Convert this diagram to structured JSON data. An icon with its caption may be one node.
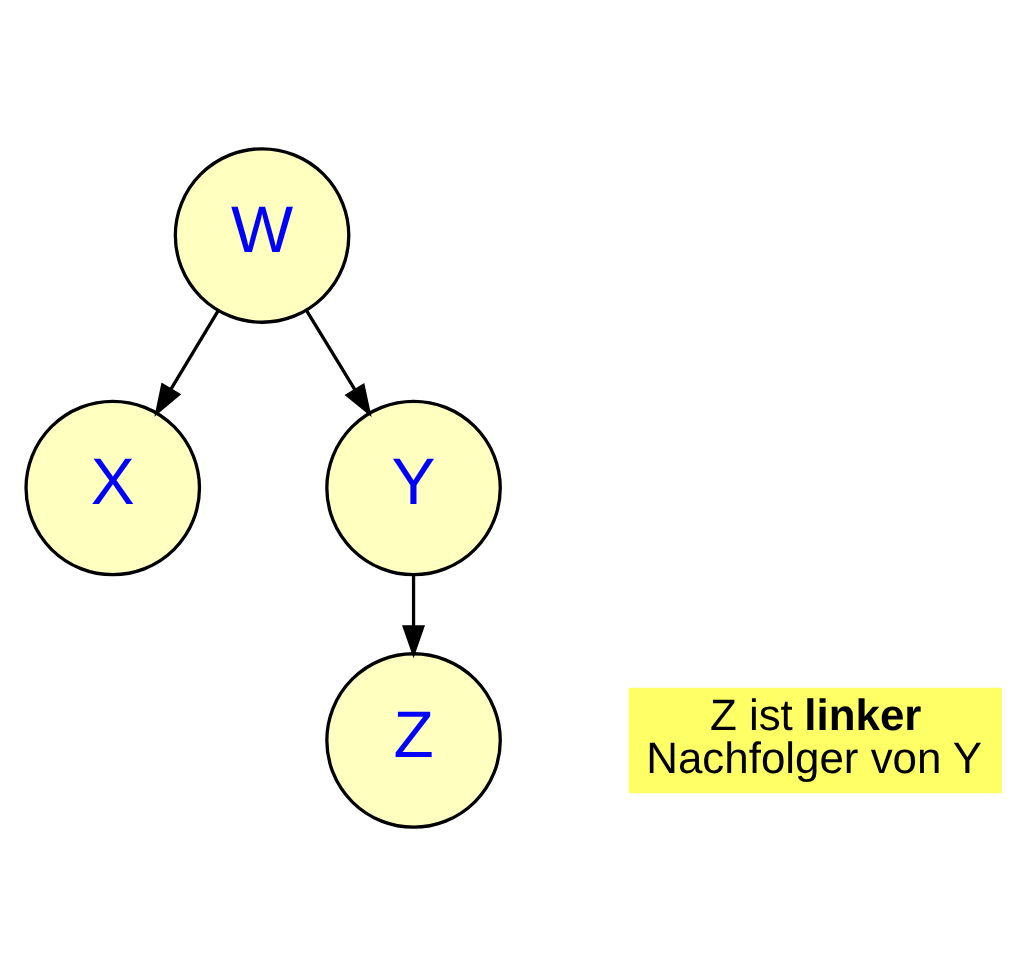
{
  "diagram": {
    "nodes": [
      {
        "text": [
          "W"
        ]
      },
      {
        "text": [
          "X"
        ]
      },
      {
        "text": [
          "Y"
        ]
      },
      {
        "text": [
          "Z"
        ]
      }
    ],
    "edges": [
      {
        "from": 0,
        "to": 1,
        "arrow": "to"
      },
      {
        "from": 0,
        "to": 2,
        "arrow": "to"
      },
      {
        "from": 2,
        "to": 3,
        "arrow": "to"
      }
    ],
    "labels": [
      "Z ist **linker** Nachfolger von Y"
    ]
  }
}
